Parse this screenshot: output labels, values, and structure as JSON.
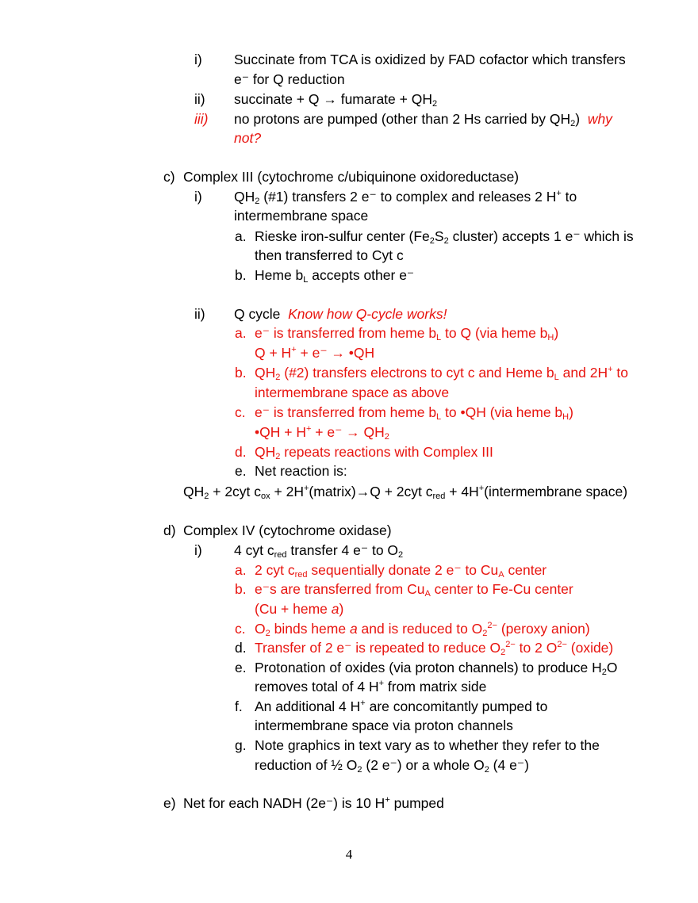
{
  "page": {
    "page_number": "4",
    "colors": {
      "text": "#000000",
      "highlight": "#e8140f"
    }
  },
  "complex2": {
    "m_i": "i)",
    "i_line1": "Succinate from TCA is oxidized by FAD cofactor which transfers",
    "i_line2": "e⁻ for Q reduction",
    "m_ii": "ii)",
    "ii_a": "succinate + Q → fumarate + QH",
    "ii_sub": "2",
    "m_iii": "iii)",
    "iii_a": "no protons are pumped (other than 2 Hs carried by QH",
    "iii_sub": "2",
    "iii_b": ")",
    "iii_why": "why",
    "iii_line2": "not?"
  },
  "complex3": {
    "m_c": "c)",
    "heading": "Complex III (cytochrome c/ubiquinone oxidoreductase)",
    "m_i": "i)",
    "i_p1": "QH",
    "i_sub": "2",
    "i_p2": " (#1) transfers 2 e⁻ to complex and releases 2 H",
    "i_sup": "+",
    "i_p3": " to",
    "i_line2": "intermembrane space",
    "m_a": "a.",
    "a_p1": "Rieske iron-sulfur center (Fe",
    "a_sub1": "2",
    "a_p2": "S",
    "a_sub2": "2",
    "a_p3": " cluster) accepts 1 e⁻ which is",
    "a_line2": "then transferred to Cyt c",
    "m_b": "b.",
    "b_p1": "Heme b",
    "b_sub": "L",
    "b_p2": " accepts other e⁻",
    "m_ii": "ii)",
    "q_cycle": "Q cycle",
    "q_know": "Know how Q-cycle works!",
    "qa_m": "a.",
    "qa_p1": "e⁻ is transferred from heme b",
    "qa_sub1": "L",
    "qa_p2": " to Q (via heme b",
    "qa_sub2": "H",
    "qa_p3": ")",
    "qa_eq_p1": "Q + H",
    "qa_eq_sup": "+",
    "qa_eq_p2": " + e⁻ → •QH",
    "qb_m": "b.",
    "qb_p1": "QH",
    "qb_sub1": "2",
    "qb_p2": " (#2) transfers electrons to  cyt c and Heme b",
    "qb_sub2": "L",
    "qb_p3": " and 2H",
    "qb_sup": "+",
    "qb_p4": " to",
    "qb_line2": "intermembrane space as above",
    "qc_m": "c.",
    "qc_p1": "e⁻ is transferred from heme b",
    "qc_sub1": "L",
    "qc_p2": " to •QH (via heme b",
    "qc_sub2": "H",
    "qc_p3": ")",
    "qc_eq_p1": "•QH + H",
    "qc_eq_sup": "+",
    "qc_eq_p2": " + e⁻ → QH",
    "qc_eq_sub": "2",
    "qd_m": "d.",
    "qd_p1": "QH",
    "qd_sub": "2",
    "qd_p2": " repeats reactions with Complex III",
    "qe_m": "e.",
    "qe_text": "Net reaction is:",
    "net_p1": "QH",
    "net_sub1": "2",
    "net_p2": " + 2cyt c",
    "net_sub2": "ox",
    "net_p3": " + 2H",
    "net_sup1": "+",
    "net_p4": "(matrix)→Q + 2cyt c",
    "net_sub3": "red",
    "net_p5": " + 4H",
    "net_sup2": "+",
    "net_p6": "(intermembrane space)"
  },
  "complex4": {
    "m_d": "d)",
    "heading": "Complex IV (cytochrome oxidase)",
    "m_i": "i)",
    "i_p1": "4 cyt c",
    "i_sub1": "red",
    "i_p2": " transfer 4 e⁻ to O",
    "i_sub2": "2",
    "a_m": "a.",
    "a_p1": "2 cyt c",
    "a_sub1": "red",
    "a_p2": " sequentially donate 2 e⁻ to Cu",
    "a_sub2": "A",
    "a_p3": " center",
    "b_m": "b.",
    "b_p1": "e⁻s are transferred from Cu",
    "b_sub": "A",
    "b_p2": " center to Fe-Cu center",
    "b_line2_p1": "(Cu + heme ",
    "b_line2_it": "a",
    "b_line2_p2": ")",
    "c_m": "c.",
    "c_p1": "O",
    "c_sub": "2",
    "c_p2": " binds heme ",
    "c_it": "a",
    "c_p3": " and is reduced to O",
    "c_sub2": "2",
    "c_sup": "2−",
    "c_p4": " (peroxy anion)",
    "d_m": "d.",
    "d_p1": "Transfer of 2 e⁻ is repeated to reduce O",
    "d_sub1": "2",
    "d_sup1": "2−",
    "d_p2": " to 2 O",
    "d_sup2": "2−",
    "d_p3": " (oxide)",
    "e_m": "e.",
    "e_p1": "Protonation of oxides (via proton channels) to produce H",
    "e_sub": "2",
    "e_p2": "O",
    "e_line2_p1": "removes total of 4 H",
    "e_line2_sup": "+",
    "e_line2_p2": " from matrix side",
    "f_m": "f.",
    "f_p1": "An additional 4 H",
    "f_sup": "+",
    "f_p2": " are concomitantly pumped to",
    "f_line2": "intermembrane space via proton channels",
    "g_m": "g.",
    "g_line1": "Note graphics in text vary as to whether they refer to the",
    "g_l2_p1": "reduction of ½ O",
    "g_l2_sub1": "2",
    "g_l2_p2": " (2 e⁻) or a whole O",
    "g_l2_sub2": "2",
    "g_l2_p3": " (4 e⁻)"
  },
  "net": {
    "m_e": "e)",
    "p1": "Net for each NADH (2e⁻) is 10 H",
    "sup": "+",
    "p2": " pumped"
  }
}
